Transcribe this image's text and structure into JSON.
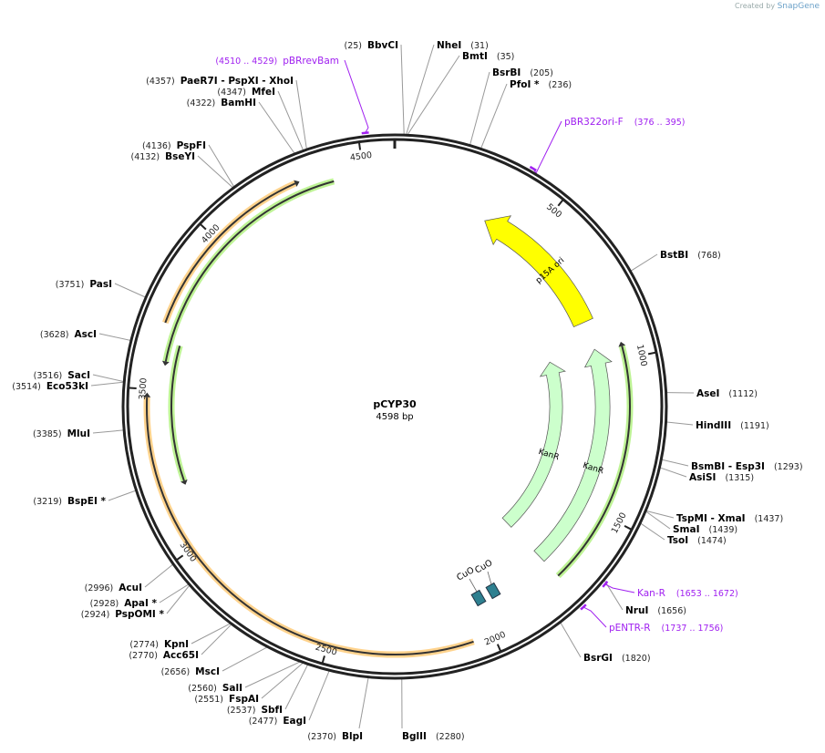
{
  "credit": {
    "prefix": "Created by",
    "brand": "SnapGene"
  },
  "plasmid": {
    "name": "pCYP30",
    "length_label": "4598 bp",
    "length": 4598
  },
  "ticks": [
    500,
    1000,
    1500,
    2000,
    2500,
    3000,
    3500,
    4000,
    4500
  ],
  "enzymes": [
    {
      "name": "BbvCI",
      "pos": 25
    },
    {
      "name": "NheI",
      "pos": 31
    },
    {
      "name": "BmtI",
      "pos": 35
    },
    {
      "name": "BsrBI",
      "pos": 205
    },
    {
      "name": "PfoI *",
      "pos": 236
    },
    {
      "name": "BstBI",
      "pos": 768
    },
    {
      "name": "AseI",
      "pos": 1112
    },
    {
      "name": "HindIII",
      "pos": 1191
    },
    {
      "name": "BsmBI   - Esp3I",
      "pos": 1293
    },
    {
      "name": "AsiSI",
      "pos": 1315
    },
    {
      "name": "TspMI   - XmaI",
      "pos": 1437
    },
    {
      "name": "SmaI",
      "pos": 1439
    },
    {
      "name": "TsoI",
      "pos": 1474
    },
    {
      "name": "NruI",
      "pos": 1656
    },
    {
      "name": "BsrGI",
      "pos": 1820
    },
    {
      "name": "BglII",
      "pos": 2280
    },
    {
      "name": "BlpI",
      "pos": 2370
    },
    {
      "name": "EagI",
      "pos": 2477
    },
    {
      "name": "SbfI",
      "pos": 2537
    },
    {
      "name": "FspAI",
      "pos": 2551
    },
    {
      "name": "SalI",
      "pos": 2560
    },
    {
      "name": "MscI",
      "pos": 2656
    },
    {
      "name": "Acc65I",
      "pos": 2770
    },
    {
      "name": "KpnI",
      "pos": 2774
    },
    {
      "name": "PspOMI *",
      "pos": 2924
    },
    {
      "name": "ApaI *",
      "pos": 2928
    },
    {
      "name": "AcuI",
      "pos": 2996
    },
    {
      "name": "BspEI *",
      "pos": 3219
    },
    {
      "name": "MluI",
      "pos": 3385
    },
    {
      "name": "Eco53kI",
      "pos": 3514
    },
    {
      "name": "SacI",
      "pos": 3516
    },
    {
      "name": "AscI",
      "pos": 3628
    },
    {
      "name": "PasI",
      "pos": 3751
    },
    {
      "name": "BseYI",
      "pos": 4132
    },
    {
      "name": "PspFI",
      "pos": 4136
    },
    {
      "name": "BamHI",
      "pos": 4322
    },
    {
      "name": "MfeI",
      "pos": 4347
    },
    {
      "name": "PaeR7I   - PspXI   - XhoI",
      "pos": 4357
    }
  ],
  "primers": [
    {
      "name": "pBRrevBam",
      "range": "(4510 .. 4529)",
      "start": 4510,
      "end": 4529
    },
    {
      "name": "pBR322ori-F",
      "range": "(376 .. 395)",
      "start": 376,
      "end": 395
    },
    {
      "name": "Kan-R",
      "range": "(1653 .. 1672)",
      "start": 1653,
      "end": 1672
    },
    {
      "name": "pENTR-R",
      "range": "(1737 .. 1756)",
      "start": 1737,
      "end": 1756
    }
  ],
  "features": [
    {
      "name": "p15A ori",
      "start": 330,
      "end": 843,
      "direction": "reverse",
      "color": "#ffff00",
      "type": "arrow"
    },
    {
      "name": "KanR",
      "start": 945,
      "end": 1737,
      "direction": "reverse",
      "color": "#ccffcc",
      "type": "arrow"
    },
    {
      "name": "KanR",
      "start": 945,
      "end": 1737,
      "direction": "reverse",
      "color": "#ccffcc",
      "type": "arrow"
    },
    {
      "name": "",
      "start": 945,
      "end": 1737,
      "direction": "reverse",
      "color": "#aef07a",
      "type": "line"
    },
    {
      "name": "",
      "start": 2062,
      "end": 3490,
      "direction": "forward",
      "color": "#ffc870",
      "type": "line"
    },
    {
      "name": "",
      "start": 3705,
      "end": 4305,
      "direction": "forward",
      "color": "#ffc870",
      "type": "line"
    },
    {
      "name": "",
      "start": 3577,
      "end": 4405,
      "direction": "reverse",
      "color": "#aef07a",
      "type": "line"
    },
    {
      "name": "",
      "start": 3187,
      "end": 3650,
      "direction": "reverse",
      "color": "#aef07a",
      "type": "line"
    }
  ],
  "operators": [
    {
      "name": "CuO"
    },
    {
      "name": "CuO"
    }
  ],
  "colors": {
    "backbone": "#222222",
    "primer": "#a020f0",
    "operator": "#2e8090"
  }
}
